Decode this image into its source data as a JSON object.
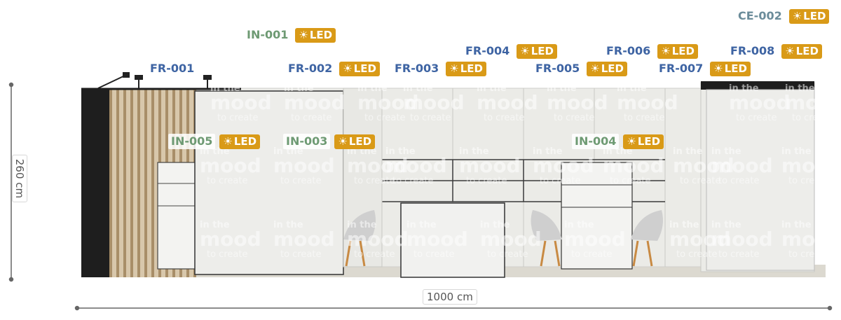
{
  "colors": {
    "fr_code": "#3e64a3",
    "in_code": "#6e9a73",
    "ce_code": "#6b8c9a",
    "led_bg": "#d99a17",
    "wall": "#e9e9e5",
    "frame": "#2a2a2a",
    "floor": "#dcd9d0",
    "slat_a": "#d8c7ab",
    "slat_b": "#a88e68",
    "watermark": "#ffffff"
  },
  "led": {
    "icon": "sun-icon",
    "label": "LED"
  },
  "watermark": {
    "line1": "in the",
    "line2": "mood",
    "line3": "to create"
  },
  "labels": {
    "ce002": "CE-002",
    "in001": "IN-001",
    "fr001": "FR-001",
    "fr002": "FR-002",
    "fr003": "FR-003",
    "fr004": "FR-004",
    "fr005": "FR-005",
    "fr006": "FR-006",
    "fr007": "FR-007",
    "fr008": "FR-008",
    "in003": "IN-003",
    "in004": "IN-004",
    "in005": "IN-005"
  },
  "dimensions": {
    "height": "260 cm",
    "width": "1000 cm"
  }
}
